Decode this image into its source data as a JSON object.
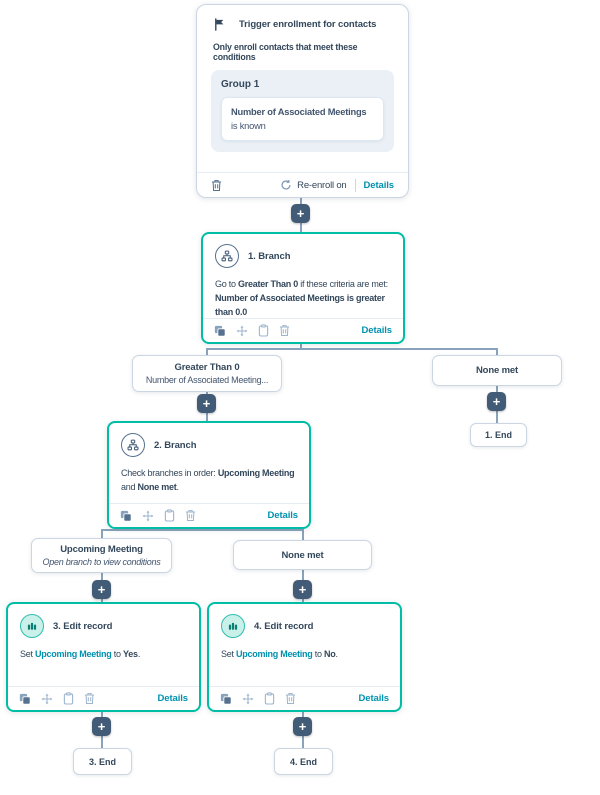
{
  "colors": {
    "accent_teal": "#00bda5",
    "link_teal": "#0091ae",
    "text_dark": "#33475b",
    "text_muted": "#516f90",
    "connector": "#8aa3bd",
    "plus_button_bg": "#425b76",
    "card_border": "#cbd6e2",
    "group_bg": "#eaf0f6",
    "action_icon_bg": "#c9f0e9",
    "action_icon_fg": "#0b7e74"
  },
  "icons": {
    "flag": "flag-glyph",
    "plus": "+",
    "refresh": "circular-arrows",
    "trash": "trash-outline",
    "clone": "overlapping-squares",
    "move": "cross-arrows",
    "clipboard": "clipboard-outline",
    "branch": "sitemap-in-circle",
    "edit_record": "contacts-in-teal-circle"
  },
  "trigger": {
    "title": "Trigger enrollment for contacts",
    "subtitle": "Only enroll contacts that meet these conditions",
    "group": {
      "title": "Group 1",
      "condition_bold": "Number of Associated Meetings",
      "condition_rest": " is known"
    },
    "footer": {
      "reenroll": "Re-enroll on",
      "details": "Details"
    }
  },
  "branch1": {
    "title": "1. Branch",
    "body": {
      "t1": "Go to ",
      "b1": "Greater Than 0",
      "t2": " if these criteria are met: ",
      "b2": "Number of Associated Meetings is greater than 0.0"
    },
    "details": "Details"
  },
  "labels1": {
    "left": {
      "title": "Greater Than 0",
      "subtitle": "Number of Associated Meeting..."
    },
    "right": {
      "title": "None met"
    }
  },
  "end1": {
    "label": "1. End"
  },
  "branch2": {
    "title": "2. Branch",
    "body": {
      "t1": "Check branches in order: ",
      "b1": "Upcoming Meeting",
      "t2": " and ",
      "b2": "None met",
      "t3": "."
    },
    "details": "Details"
  },
  "labels2": {
    "left": {
      "title": "Upcoming Meeting",
      "subtitle": "Open branch to view conditions"
    },
    "right": {
      "title": "None met"
    }
  },
  "action3": {
    "title": "3. Edit record",
    "body": {
      "t1": "Set ",
      "link": "Upcoming Meeting",
      "t2": " to ",
      "b1": "Yes",
      "t3": "."
    },
    "details": "Details"
  },
  "action4": {
    "title": "4. Edit record",
    "body": {
      "t1": "Set ",
      "link": "Upcoming Meeting",
      "t2": " to ",
      "b1": "No",
      "t3": "."
    },
    "details": "Details"
  },
  "end3": {
    "label": "3. End"
  },
  "end4": {
    "label": "4. End"
  }
}
